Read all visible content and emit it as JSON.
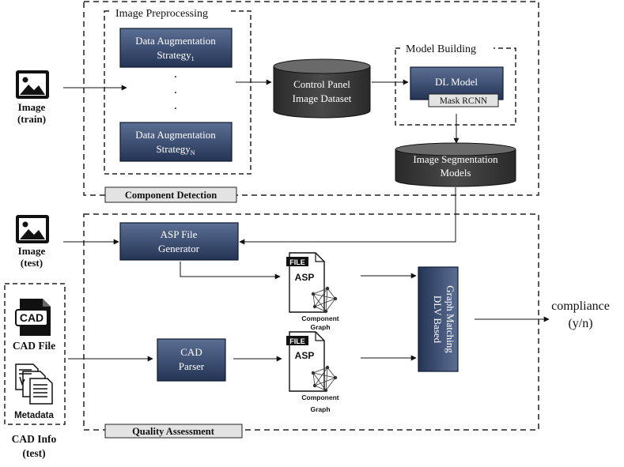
{
  "colors": {
    "box_fill_top": "#5b6f94",
    "box_fill_bottom": "#243455",
    "box_stroke": "#0f1a2e",
    "cylinder_fill": "#3d3d3d",
    "cylinder_top": "#6a6a6a",
    "tab_fill": "#e3e3e3"
  },
  "image_train": {
    "icon": "image-icon",
    "line1": "Image",
    "line2": "(train)"
  },
  "image_test": {
    "icon": "image-icon",
    "line1": "Image",
    "line2": "(test)"
  },
  "preprocessing": {
    "title": "Image Preprocessing",
    "strategy1": {
      "base": "Data Augmentation",
      "line2": "Strategy",
      "sub": "1"
    },
    "dots": ".",
    "strategyN": {
      "base": "Data Augmentation",
      "line2": "Strategy",
      "sub": "N"
    }
  },
  "control_panel_dataset": {
    "line1": "Control Panel",
    "line2": "Image Dataset"
  },
  "model_building": {
    "title": "Model Building",
    "dl_model": "DL Model",
    "mask_rcnn": "Mask RCNN"
  },
  "segmentation_models": {
    "line1": "Image Segmentation",
    "line2": "Models"
  },
  "component_detection_label": "Component Detection",
  "asp_generator": {
    "line1": "ASP File",
    "line2": "Generator"
  },
  "cad_parser": {
    "line1": "CAD",
    "line2": "Parser"
  },
  "asp_file_top": {
    "file_tag": "FILE",
    "name": "ASP",
    "caption1": "Component",
    "caption2": "Graph"
  },
  "asp_file_bottom": {
    "file_tag": "FILE",
    "name": "ASP",
    "caption1": "Component",
    "caption2": "Graph"
  },
  "dlv_matching": {
    "line1": "DLV Based",
    "line2": "Graph Matching"
  },
  "compliance": {
    "line1": "compliance",
    "line2": "(y/n)"
  },
  "quality_assessment_label": "Quality Assessment",
  "cad_info": {
    "cad_file_icon_text": "CAD",
    "cad_file_label": "CAD File",
    "metadata_label": "Metadata",
    "title_line1": "CAD Info",
    "title_line2": "(test)"
  }
}
